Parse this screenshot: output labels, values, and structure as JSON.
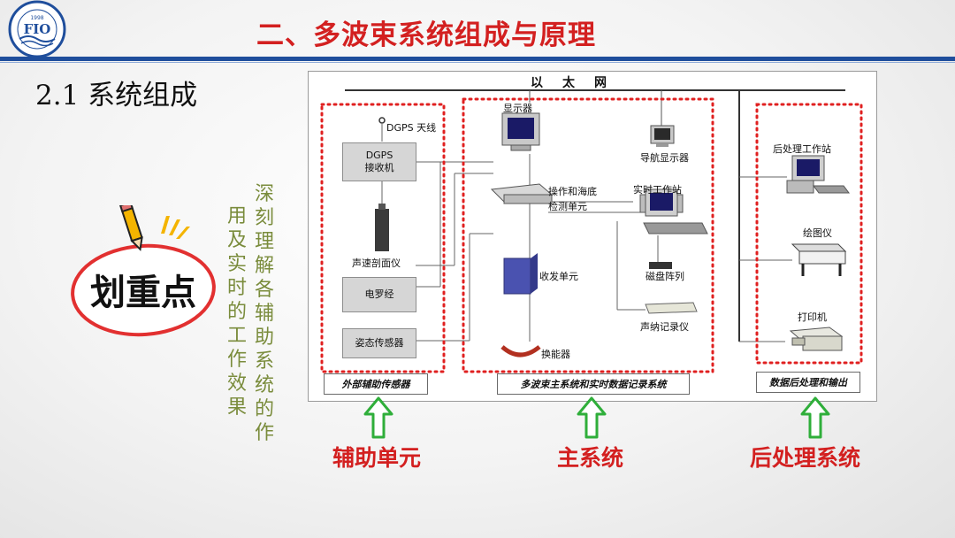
{
  "header": {
    "title": "二、多波束系统组成与原理",
    "logo_text": "FIO",
    "logo_year": "1998"
  },
  "section": {
    "title": "2.1 系统组成"
  },
  "highlight": {
    "stamp_text": "划重点"
  },
  "note": {
    "column_1": "深刻理解各辅助系统的作",
    "column_2": "用及实时的工作效果"
  },
  "diagram": {
    "ethernet": "以太网",
    "groups": {
      "aux": {
        "caption": "外部辅助传感器",
        "dgps_antenna": "DGPS 天线",
        "dgps_receiver_line1": "DGPS",
        "dgps_receiver_line2": "接收机",
        "sound_velocity": "声速剖面仪",
        "gyro": "电罗经",
        "attitude_sensor": "姿态传感器"
      },
      "main": {
        "caption": "多波束主系统和实时数据记录系统",
        "display": "显示器",
        "control_unit_line1": "操作和海底",
        "control_unit_line2": "检测单元",
        "transceiver": "收发单元",
        "transducer": "换能器",
        "nav_display": "导航显示器",
        "workstation": "实时工作站",
        "disk_array": "磁盘阵列",
        "sonar_recorder": "声纳记录仪"
      },
      "post": {
        "caption": "数据后处理和输出",
        "post_workstation": "后处理工作站",
        "plotter": "绘图仪",
        "printer": "打印机"
      }
    }
  },
  "bottom_labels": {
    "aux": "辅助单元",
    "main": "主系统",
    "post": "后处理系统"
  },
  "colors": {
    "title_red": "#d32020",
    "header_blue": "#1f4e9c",
    "note_green": "#7a8c3c",
    "arrow_green": "#2fae3a",
    "dotted_red": "#e02020"
  }
}
